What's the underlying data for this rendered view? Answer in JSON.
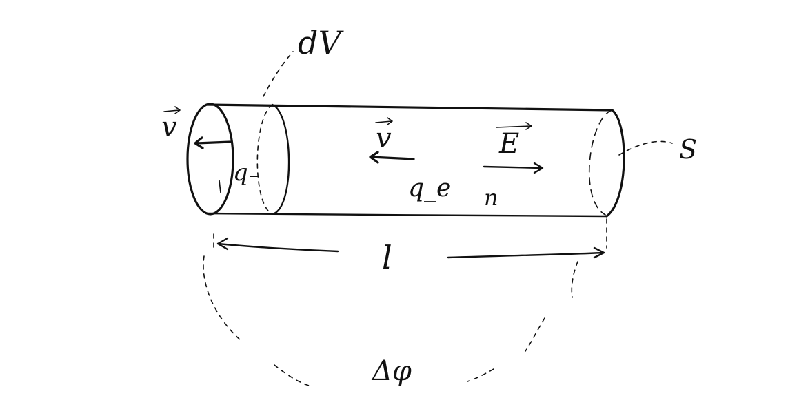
{
  "diagram": {
    "labels": {
      "volume_element": "dV",
      "surface": "S",
      "velocity_left": "v",
      "charge_left": "q₋",
      "velocity_center": "v",
      "charge_center": "q_e",
      "field": "E",
      "density": "n",
      "length": "l",
      "potential_difference": "Δφ"
    },
    "ink_color": "#111111",
    "background_color": "#ffffff"
  }
}
